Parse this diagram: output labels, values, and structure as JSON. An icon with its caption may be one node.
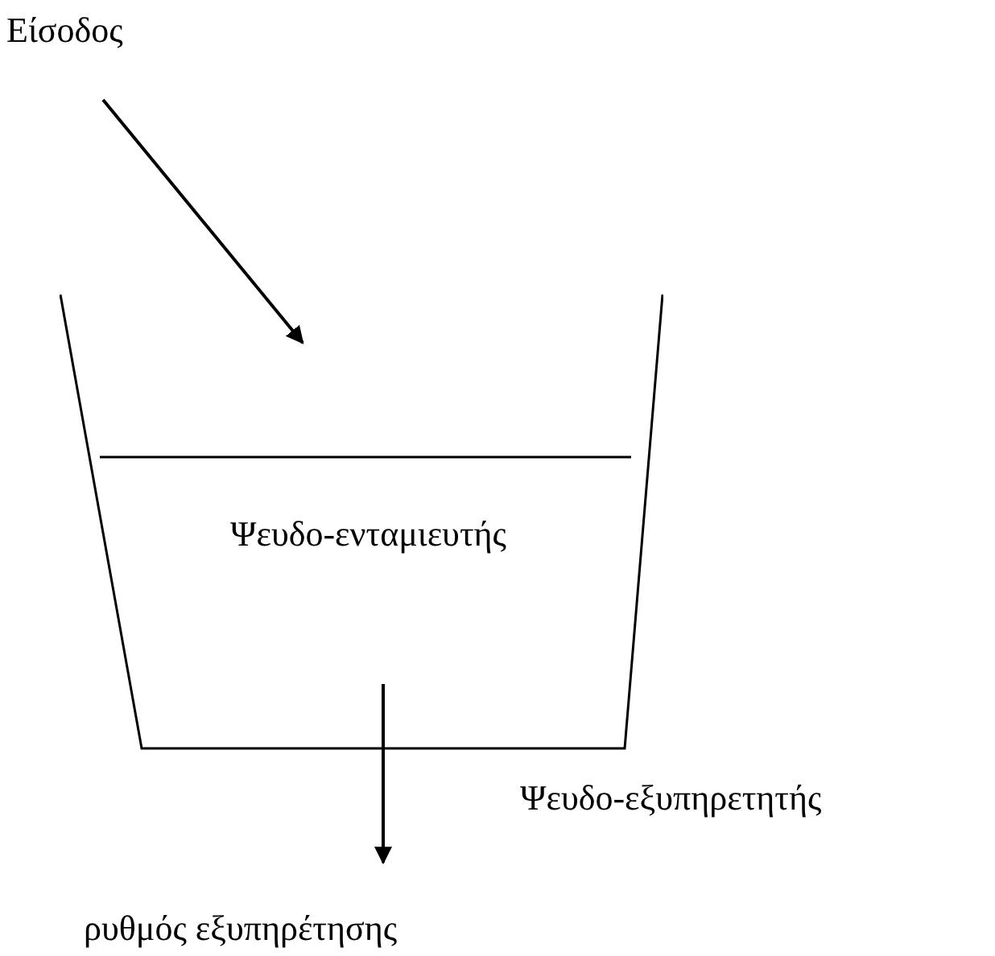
{
  "diagram": {
    "nodes": [
      {
        "text": [
          "Είσοδος"
        ]
      },
      {
        "text": [
          "Ψευδο-ενταμιευτής"
        ],
        "beside": [
          "Ψευδο-εξυπηρετητής"
        ]
      },
      {
        "text": [
          "ρυθμός εξυπηρέτησης"
        ]
      }
    ],
    "edges": [
      {
        "from": 0,
        "to": 1,
        "arrow": "to"
      },
      {
        "from": 1,
        "to": 2,
        "arrow": "to"
      }
    ]
  }
}
